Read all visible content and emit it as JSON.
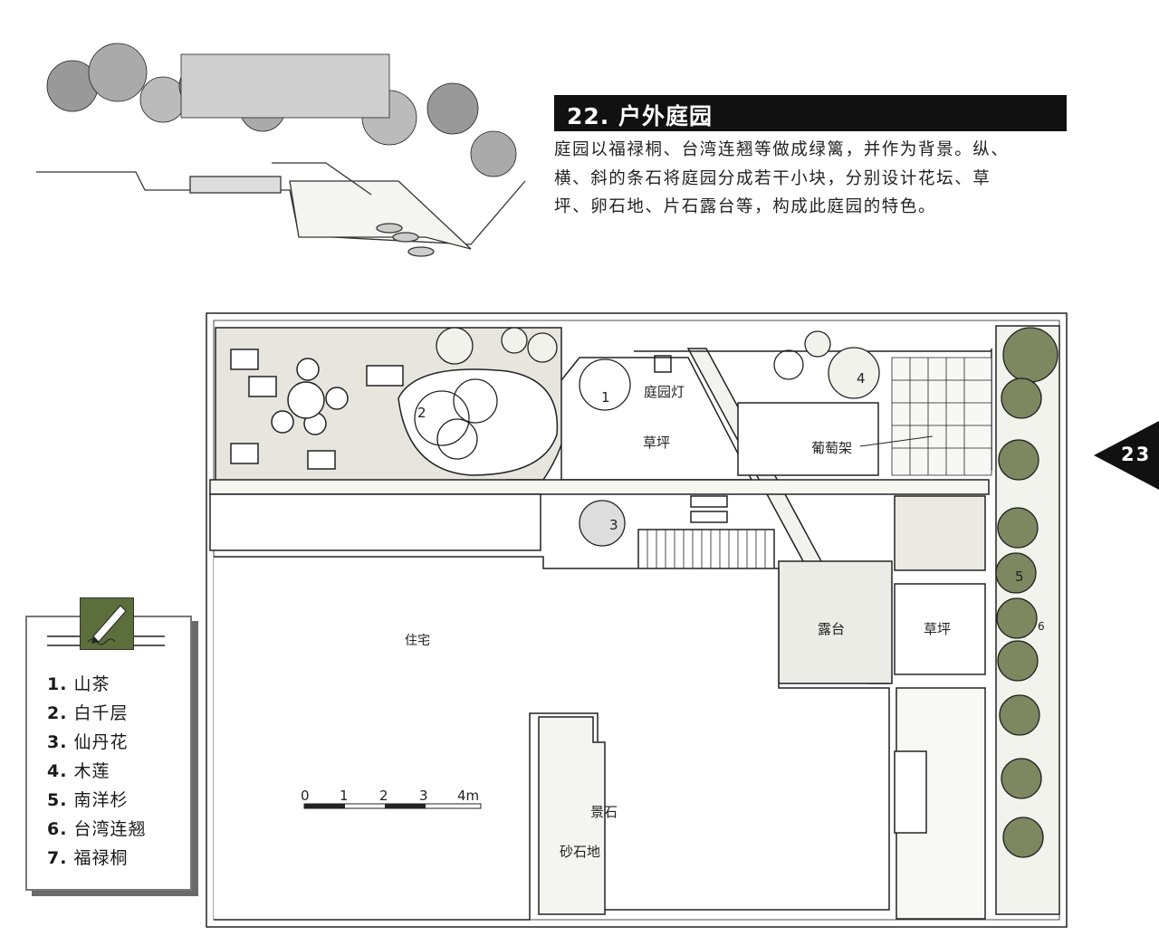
{
  "page": {
    "number": "23"
  },
  "header": {
    "title": "22. 户外庭园",
    "description": [
      "庭园以福禄桐、台湾连翘等做成绿篱，并作为背景。纵、",
      "横、斜的条石将庭园分成若干小块，分别设计花坛、草",
      "坪、卵石地、片石露台等，构成此庭园的特色。"
    ]
  },
  "legend": {
    "icon": "pencil-icon",
    "items": [
      {
        "num": "1.",
        "name": "山茶"
      },
      {
        "num": "2.",
        "name": "白千层"
      },
      {
        "num": "3.",
        "name": "仙丹花"
      },
      {
        "num": "4.",
        "name": "木莲"
      },
      {
        "num": "5.",
        "name": "南洋杉"
      },
      {
        "num": "6.",
        "name": "台湾连翘"
      },
      {
        "num": "7.",
        "name": "福禄桐"
      }
    ]
  },
  "plan": {
    "labels": {
      "garden_lamp": "庭园灯",
      "lawn_top": "草坪",
      "grape_trellis": "葡萄架",
      "terrace": "露台",
      "lawn_right": "草坪",
      "residence": "住宅",
      "landscape_stone": "景石",
      "gravel": "砂石地"
    },
    "plant_numbers": [
      "1",
      "2",
      "3",
      "4",
      "5",
      "6"
    ],
    "scale_bar": {
      "ticks": [
        "0",
        "1",
        "2",
        "3",
        "4m"
      ]
    },
    "colors": {
      "hedge": "#7d8760",
      "line": "#222222"
    }
  }
}
